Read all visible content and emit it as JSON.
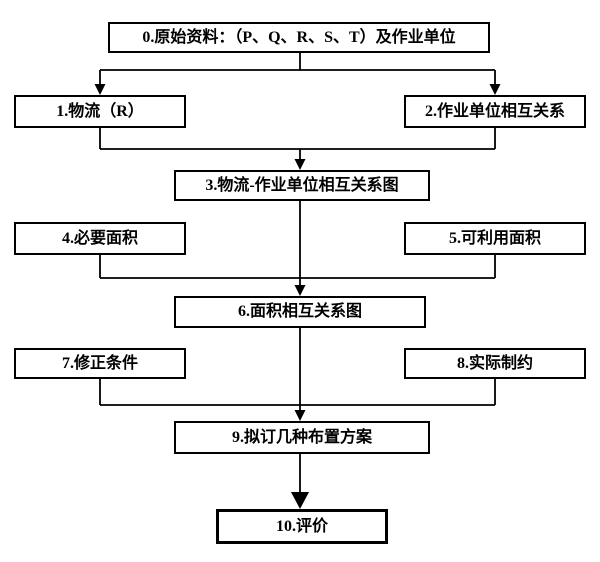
{
  "colors": {
    "line": "#000000",
    "background": "#ffffff",
    "box_border": "#000000"
  },
  "nodes": [
    {
      "id": "0",
      "label": "0.原始资料：（P、Q、R、S、T）及作业单位"
    },
    {
      "id": "1",
      "label": "1.物流（R）"
    },
    {
      "id": "2",
      "label": "2.作业单位相互关系"
    },
    {
      "id": "3",
      "label": "3.物流-作业单位相互关系图"
    },
    {
      "id": "4",
      "label": "4.必要面积"
    },
    {
      "id": "5",
      "label": "5.可利用面积"
    },
    {
      "id": "6",
      "label": "6.面积相互关系图"
    },
    {
      "id": "7",
      "label": "7.修正条件"
    },
    {
      "id": "8",
      "label": "8.实际制约"
    },
    {
      "id": "9",
      "label": "9.拟订几种布置方案"
    },
    {
      "id": "10",
      "label": "10.评价"
    }
  ]
}
